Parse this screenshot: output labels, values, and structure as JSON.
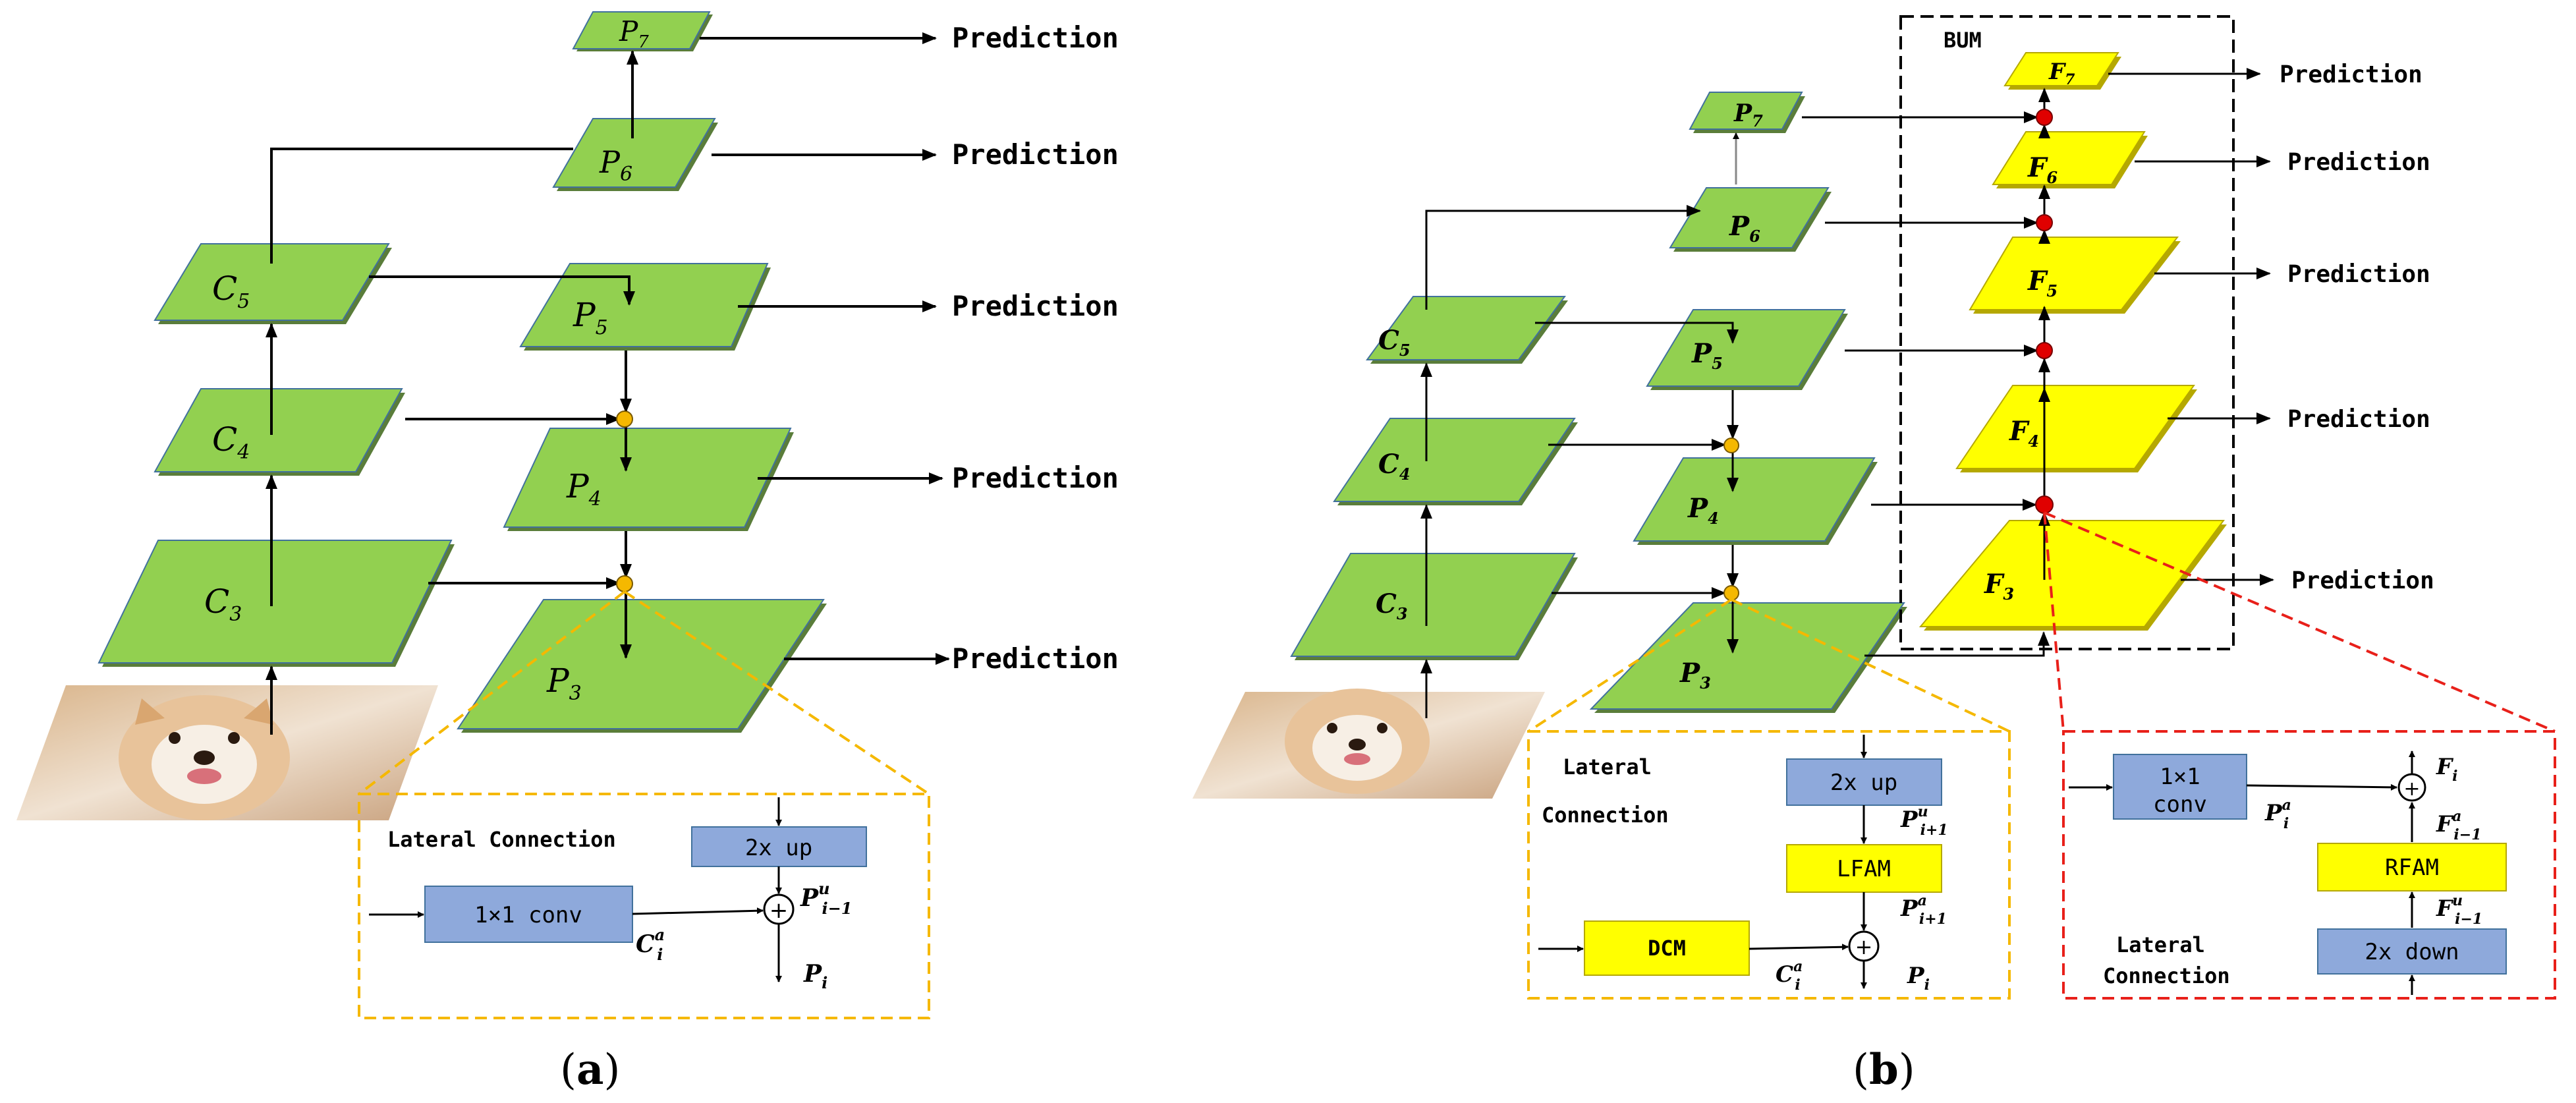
{
  "panel_a": {
    "caption_letter": "a",
    "prediction_label": "Prediction",
    "lateral_title": "Lateral Connection",
    "up_block": "2x up",
    "conv_block": "1×1 conv",
    "levels": [
      {
        "base": "C",
        "sub": "5"
      },
      {
        "base": "C",
        "sub": "4"
      },
      {
        "base": "C",
        "sub": "3"
      },
      {
        "base": "P",
        "sub": "7"
      },
      {
        "base": "P",
        "sub": "6"
      },
      {
        "base": "P",
        "sub": "5"
      },
      {
        "base": "P",
        "sub": "4"
      },
      {
        "base": "P",
        "sub": "3"
      }
    ],
    "math": {
      "ca": {
        "base": "C",
        "sub": "i",
        "sup": "a"
      },
      "pu": {
        "base": "P",
        "sub": "i−1",
        "sup": "u"
      },
      "pi": {
        "base": "P",
        "sub": "i"
      }
    }
  },
  "panel_b": {
    "caption_letter": "b",
    "prediction_label": "Prediction",
    "bum_label": "BUM",
    "lateral_title_1": "Lateral",
    "lateral_title_2": "Connection",
    "up_block": "2x up",
    "lfam_block": "LFAM",
    "dcm_block": "DCM",
    "conv_block_1": "1×1",
    "conv_block_2": "conv",
    "rfam_block": "RFAM",
    "down_block": "2x down",
    "levels": [
      {
        "base": "C",
        "sub": "5"
      },
      {
        "base": "C",
        "sub": "4"
      },
      {
        "base": "C",
        "sub": "3"
      },
      {
        "base": "P",
        "sub": "7"
      },
      {
        "base": "P",
        "sub": "6"
      },
      {
        "base": "P",
        "sub": "5"
      },
      {
        "base": "P",
        "sub": "4"
      },
      {
        "base": "P",
        "sub": "3"
      },
      {
        "base": "F",
        "sub": "7"
      },
      {
        "base": "F",
        "sub": "6"
      },
      {
        "base": "F",
        "sub": "5"
      },
      {
        "base": "F",
        "sub": "4"
      },
      {
        "base": "F",
        "sub": "3"
      }
    ],
    "math": {
      "pu1": {
        "base": "P",
        "sub": "i+1",
        "sup": "u"
      },
      "pa1": {
        "base": "P",
        "sub": "i+1",
        "sup": "a"
      },
      "ca": {
        "base": "C",
        "sub": "i",
        "sup": "a"
      },
      "pi": {
        "base": "P",
        "sub": "i"
      },
      "fi": {
        "base": "F",
        "sub": "i"
      },
      "fa": {
        "base": "F",
        "sub": "i−1",
        "sup": "a"
      },
      "fu": {
        "base": "F",
        "sub": "i−1",
        "sup": "u"
      },
      "pa": {
        "base": "P",
        "sub": "i",
        "sup": "a"
      }
    }
  },
  "colors": {
    "green": "#92D050",
    "yellow": "#FFFF00",
    "blue_block": "#8EA9DB",
    "orange_dash": "#F5B800",
    "red_dash": "#E8201A",
    "black_dash": "#000000",
    "node_orange": "#F5B800",
    "node_red": "#E00000"
  }
}
